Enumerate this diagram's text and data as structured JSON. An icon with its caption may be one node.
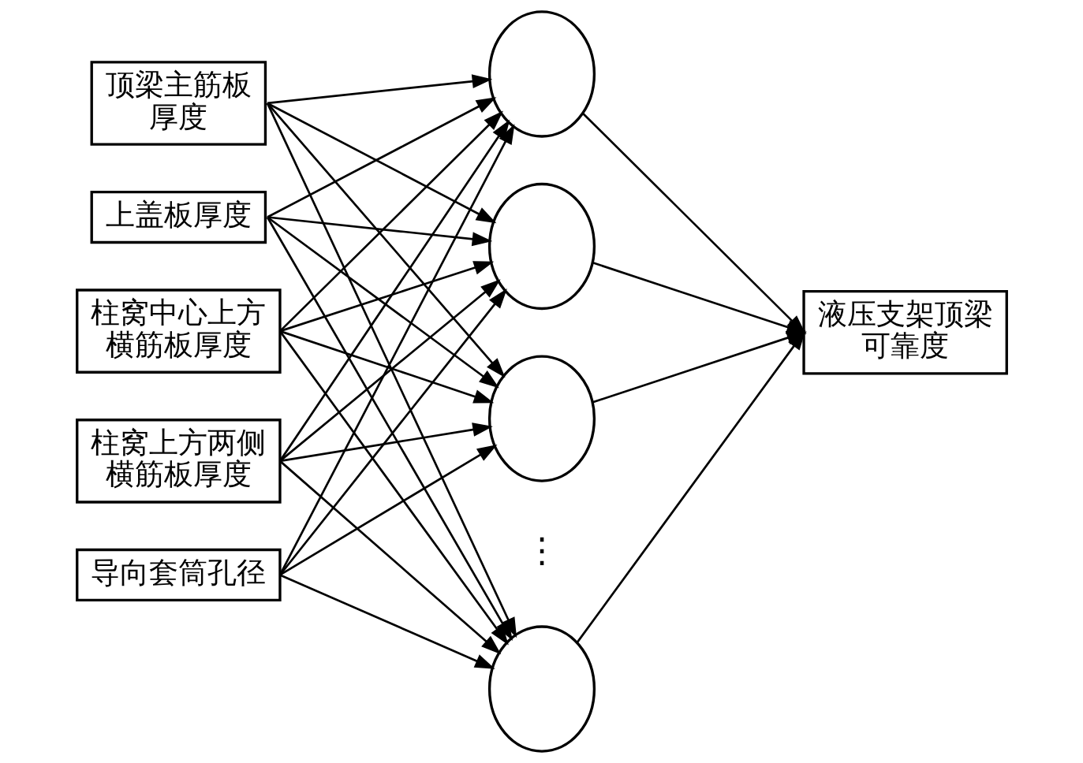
{
  "diagram": {
    "nodes": [
      {
        "text": [
          "顶梁主筋板厚度"
        ]
      },
      {
        "text": [
          "上盖板厚度"
        ]
      },
      {
        "text": [
          "柱窝中心上方横筋板厚度"
        ]
      },
      {
        "text": [
          "柱窝上方两侧横筋板厚度"
        ]
      },
      {
        "text": [
          "导向套筒孔径"
        ]
      },
      {
        "text": [],
        "shape": "circle"
      },
      {
        "text": [],
        "shape": "circle"
      },
      {
        "text": [],
        "shape": "circle"
      },
      {
        "text": [],
        "shape": "circle"
      },
      {
        "text": [
          "液压支架顶梁可靠度"
        ]
      }
    ],
    "edges": [
      {
        "from": 0,
        "to": 5,
        "arrow": "to"
      },
      {
        "from": 0,
        "to": 6,
        "arrow": "to"
      },
      {
        "from": 0,
        "to": 7,
        "arrow": "to"
      },
      {
        "from": 0,
        "to": 8,
        "arrow": "to"
      },
      {
        "from": 1,
        "to": 5,
        "arrow": "to"
      },
      {
        "from": 1,
        "to": 6,
        "arrow": "to"
      },
      {
        "from": 1,
        "to": 7,
        "arrow": "to"
      },
      {
        "from": 1,
        "to": 8,
        "arrow": "to"
      },
      {
        "from": 2,
        "to": 5,
        "arrow": "to"
      },
      {
        "from": 2,
        "to": 6,
        "arrow": "to"
      },
      {
        "from": 2,
        "to": 7,
        "arrow": "to"
      },
      {
        "from": 2,
        "to": 8,
        "arrow": "to"
      },
      {
        "from": 3,
        "to": 5,
        "arrow": "to"
      },
      {
        "from": 3,
        "to": 6,
        "arrow": "to"
      },
      {
        "from": 3,
        "to": 7,
        "arrow": "to"
      },
      {
        "from": 3,
        "to": 8,
        "arrow": "to"
      },
      {
        "from": 4,
        "to": 5,
        "arrow": "to"
      },
      {
        "from": 4,
        "to": 6,
        "arrow": "to"
      },
      {
        "from": 4,
        "to": 7,
        "arrow": "to"
      },
      {
        "from": 4,
        "to": 8,
        "arrow": "to"
      },
      {
        "from": 5,
        "to": 9,
        "arrow": "to"
      },
      {
        "from": 6,
        "to": 9,
        "arrow": "to"
      },
      {
        "from": 7,
        "to": 9,
        "arrow": "to"
      },
      {
        "from": 8,
        "to": 9,
        "arrow": "to"
      }
    ],
    "labels": [
      "⋮"
    ]
  }
}
